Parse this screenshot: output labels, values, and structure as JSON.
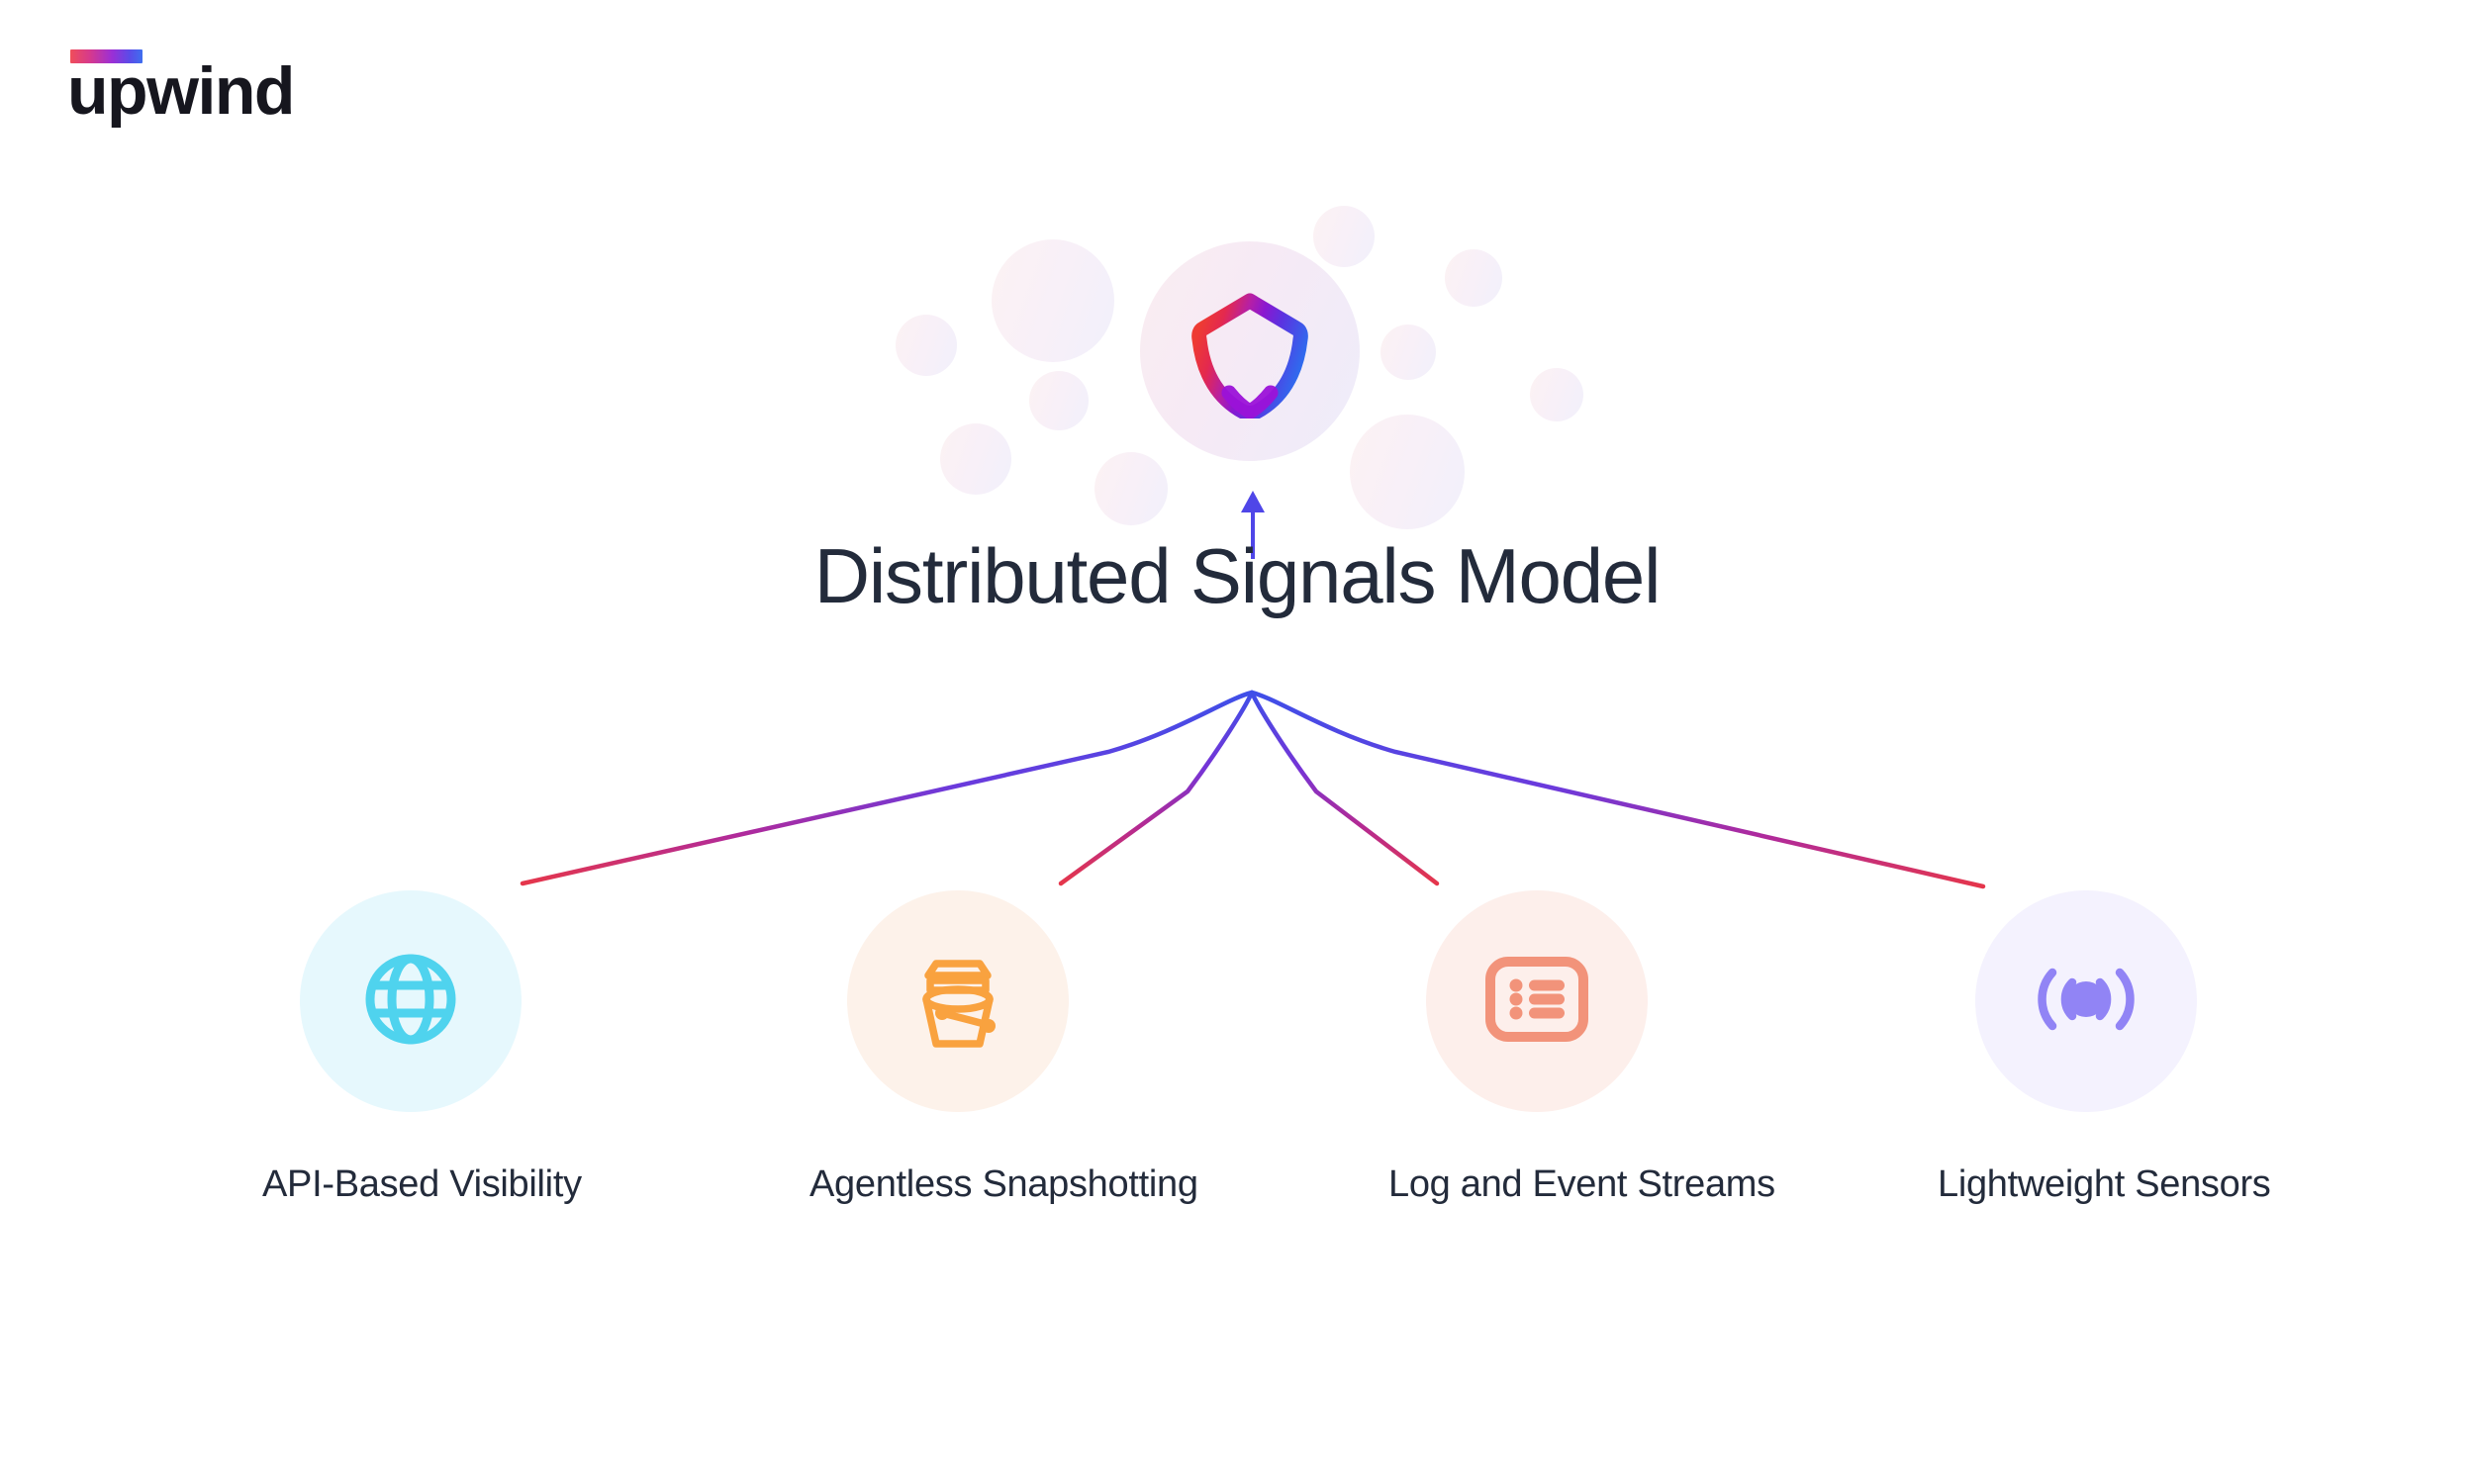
{
  "brand": {
    "name": "upwind",
    "logo_bar_gradient": [
      "#F04E5A",
      "#9B2FD6",
      "#3F6FEF"
    ],
    "wordmark_color": "#16161E"
  },
  "hub": {
    "icon": "shield-icon",
    "shield_gradient": [
      "#E8323C",
      "#9B1FC6",
      "#3A66E8"
    ],
    "halo_color": "#F6EEF7"
  },
  "title": {
    "text": "Distributed Signals Model",
    "color": "#232B3B"
  },
  "arrow": {
    "name": "up-arrow-icon",
    "color": "#4F46E8"
  },
  "connector": {
    "gradient_top": "#3F4FE8",
    "gradient_mid": "#8A2AC8",
    "gradient_bottom": "#E5364B"
  },
  "nodes": [
    {
      "label": "API-Based Visibility",
      "icon": "globe-icon",
      "icon_color": "#4FD3EE",
      "circle_color": "#E6F8FD"
    },
    {
      "label": "Agentless Snapshotting",
      "icon": "bucket-icon",
      "icon_color": "#F9A23F",
      "circle_color": "#FDF2EA"
    },
    {
      "label": "Log and Event Streams",
      "icon": "log-list-icon",
      "icon_color": "#F2937A",
      "circle_color": "#FDEFEB"
    },
    {
      "label": "Lightweight Sensors",
      "icon": "signal-broadcast-icon",
      "icon_color": "#9184F5",
      "circle_color": "#F4F2FE"
    }
  ],
  "chart_data": {
    "type": "diagram",
    "title": "Distributed Signals Model",
    "layout": "hub-and-spoke",
    "hub": "Distributed Signals Model",
    "spokes": [
      "API-Based Visibility",
      "Agentless Snapshotting",
      "Log and Event Streams",
      "Lightweight Sensors"
    ]
  }
}
